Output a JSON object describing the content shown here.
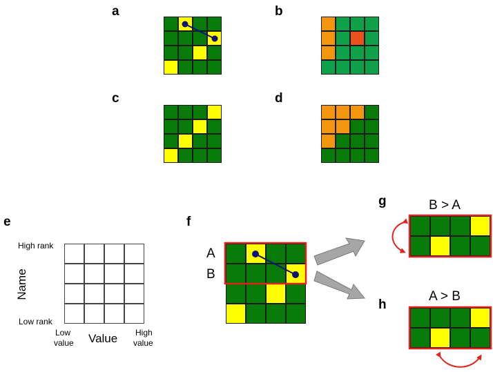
{
  "colors": {
    "dark_green": "#077a07",
    "mid_green": "#0ea14a",
    "yellow": "#ffff00",
    "orange": "#f3950f",
    "red_orange": "#e8501c",
    "red": "#e0231c",
    "navy": "#0b1378",
    "arrow_gray": "#a6a6a6"
  },
  "labels": {
    "a": "a",
    "b": "b",
    "c": "c",
    "d": "d",
    "e": "e",
    "f": "f",
    "g": "g",
    "h": "h"
  },
  "grids": {
    "a": [
      [
        "G",
        "Y",
        "G",
        "G"
      ],
      [
        "G",
        "G",
        "G",
        "Y"
      ],
      [
        "G",
        "G",
        "Y",
        "G"
      ],
      [
        "Y",
        "G",
        "G",
        "G"
      ]
    ],
    "b": [
      [
        "O",
        "M",
        "M",
        "M"
      ],
      [
        "O",
        "M",
        "R",
        "M"
      ],
      [
        "O",
        "M",
        "M",
        "M"
      ],
      [
        "M",
        "M",
        "M",
        "M"
      ]
    ],
    "c": [
      [
        "G",
        "G",
        "G",
        "Y"
      ],
      [
        "G",
        "G",
        "Y",
        "G"
      ],
      [
        "G",
        "Y",
        "G",
        "G"
      ],
      [
        "Y",
        "G",
        "G",
        "G"
      ]
    ],
    "d": [
      [
        "O",
        "O",
        "O",
        "G"
      ],
      [
        "O",
        "O",
        "G",
        "G"
      ],
      [
        "O",
        "G",
        "G",
        "G"
      ],
      [
        "G",
        "G",
        "G",
        "G"
      ]
    ],
    "e": [
      [
        "W",
        "W",
        "W",
        "W"
      ],
      [
        "W",
        "W",
        "W",
        "W"
      ],
      [
        "W",
        "W",
        "W",
        "W"
      ],
      [
        "W",
        "W",
        "W",
        "W"
      ]
    ],
    "f": [
      [
        "G",
        "Y",
        "G",
        "G"
      ],
      [
        "G",
        "G",
        "G",
        "Y"
      ],
      [
        "G",
        "G",
        "Y",
        "G"
      ],
      [
        "Y",
        "G",
        "G",
        "G"
      ]
    ],
    "g": [
      [
        "G",
        "G",
        "G",
        "Y"
      ],
      [
        "G",
        "Y",
        "G",
        "G"
      ]
    ],
    "h": [
      [
        "G",
        "G",
        "G",
        "Y"
      ],
      [
        "G",
        "Y",
        "G",
        "G"
      ]
    ]
  },
  "panel_e": {
    "high_rank": "High rank",
    "low_rank": "Low rank",
    "name_axis": "Name",
    "value_axis": "Value",
    "low_value_line1": "Low",
    "low_value_line2": "value",
    "high_value_line1": "High",
    "high_value_line2": "value"
  },
  "panel_f": {
    "row_a": "A",
    "row_b": "B"
  },
  "panel_g": {
    "title": "B > A"
  },
  "panel_h": {
    "title": "A > B"
  }
}
